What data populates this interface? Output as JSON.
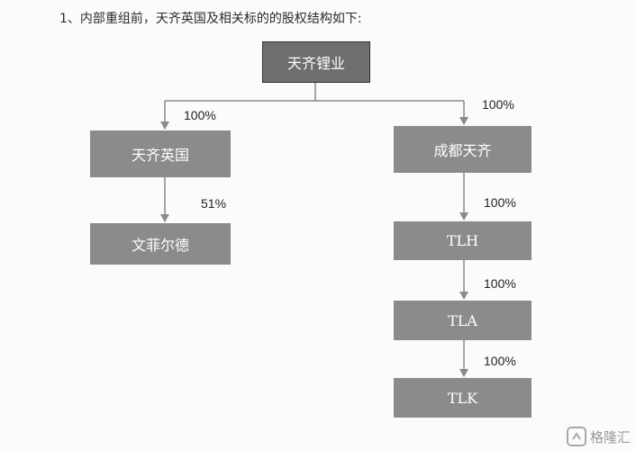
{
  "heading": "1、内部重组前，天齐英国及相关标的的股权结构如下:",
  "nodes": {
    "root": "天齐锂业",
    "uk": "天齐英国",
    "cd": "成都天齐",
    "wf": "文菲尔德",
    "tlh": "TLH",
    "tla": "TLA",
    "tlk": "TLK"
  },
  "edges": {
    "root_uk": "100%",
    "root_cd": "100%",
    "uk_wf": "51%",
    "cd_tlh": "100%",
    "tlh_tla": "100%",
    "tla_tlk": "100%"
  },
  "colors": {
    "box_fill": "#8b8b8b",
    "root_fill": "#6e6e6e",
    "root_border": "#333333",
    "line": "#8a8a8a",
    "text": "#ffffff"
  },
  "watermark": {
    "icon": "gelonghui-logo-icon",
    "text": "格隆汇"
  }
}
